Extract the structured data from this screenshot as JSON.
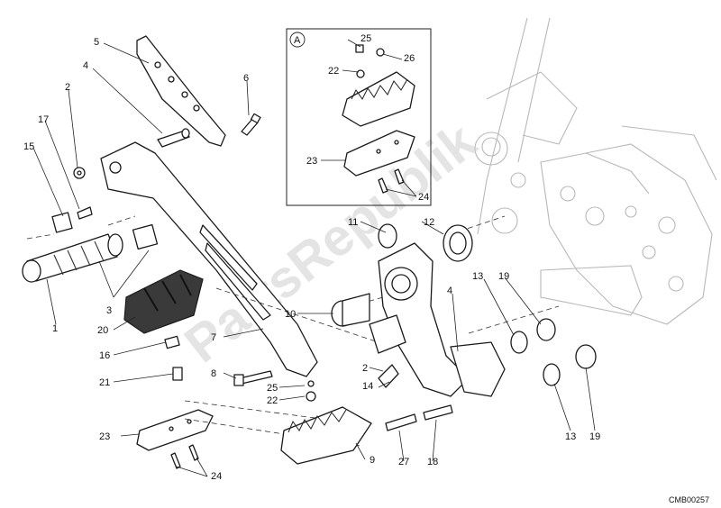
{
  "diagram": {
    "reference_code": "CMB00257",
    "watermark": "PartsRepublik",
    "detail_marker": "A",
    "callouts": [
      {
        "id": "c1",
        "label": "1"
      },
      {
        "id": "c2a",
        "label": "2"
      },
      {
        "id": "c2b",
        "label": "2"
      },
      {
        "id": "c3",
        "label": "3"
      },
      {
        "id": "c4a",
        "label": "4"
      },
      {
        "id": "c4b",
        "label": "4"
      },
      {
        "id": "c5",
        "label": "5"
      },
      {
        "id": "c6",
        "label": "6"
      },
      {
        "id": "c7",
        "label": "7"
      },
      {
        "id": "c8",
        "label": "8"
      },
      {
        "id": "c9",
        "label": "9"
      },
      {
        "id": "c10",
        "label": "10"
      },
      {
        "id": "c11",
        "label": "11"
      },
      {
        "id": "c12",
        "label": "12"
      },
      {
        "id": "c13a",
        "label": "13"
      },
      {
        "id": "c13b",
        "label": "13"
      },
      {
        "id": "c14",
        "label": "14"
      },
      {
        "id": "c15",
        "label": "15"
      },
      {
        "id": "c16",
        "label": "16"
      },
      {
        "id": "c17",
        "label": "17"
      },
      {
        "id": "c18",
        "label": "18"
      },
      {
        "id": "c19a",
        "label": "19"
      },
      {
        "id": "c19b",
        "label": "19"
      },
      {
        "id": "c20",
        "label": "20"
      },
      {
        "id": "c21",
        "label": "21"
      },
      {
        "id": "c22a",
        "label": "22"
      },
      {
        "id": "c22b",
        "label": "22"
      },
      {
        "id": "c23a",
        "label": "23"
      },
      {
        "id": "c23b",
        "label": "23"
      },
      {
        "id": "c24a",
        "label": "24"
      },
      {
        "id": "c24b",
        "label": "24"
      },
      {
        "id": "c25a",
        "label": "25"
      },
      {
        "id": "c25b",
        "label": "25"
      },
      {
        "id": "c26",
        "label": "26"
      },
      {
        "id": "c27",
        "label": "27"
      }
    ]
  }
}
